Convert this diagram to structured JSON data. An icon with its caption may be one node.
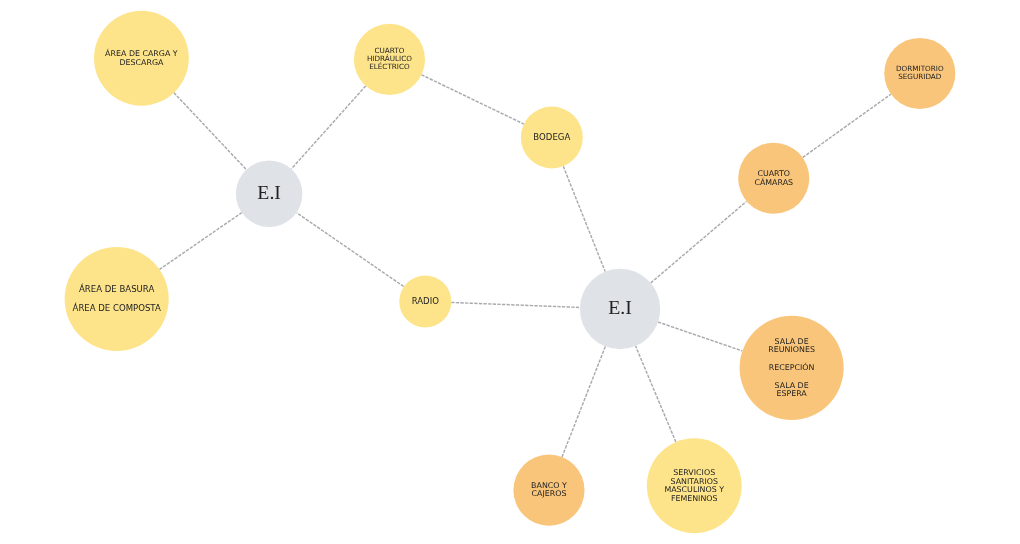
{
  "diagram": {
    "nodes": [
      {
        "text": [
          "ÁREA DE BASURA",
          "ÁREA DE COMPOSTA"
        ]
      },
      {
        "text": [
          "BODEGA"
        ]
      },
      {
        "text": [
          "SERVICIOS SANITARIOS MASCULINOS Y FEMENINOS"
        ]
      },
      {
        "text": [
          "DORMITORIO SEGURIDAD"
        ]
      },
      {
        "text": [
          "CUARTO HIDRÁULICO ELÉCTRICO"
        ]
      },
      {
        "text": [
          "CUARTO CÁMARAS"
        ]
      },
      {
        "text": [
          "RADIO"
        ]
      },
      {
        "text": [
          "E.I"
        ]
      },
      {
        "text": [
          "BANCO Y CAJEROS"
        ]
      },
      {
        "text": [
          "SALA DE REUNIONES",
          "RECEPCIÓN",
          "SALA DE ESPERA"
        ]
      },
      {
        "text": [
          "E.I"
        ]
      },
      {
        "text": [
          "ÁREA DE CARGA Y DESCARGA"
        ]
      }
    ],
    "edges": [
      {
        "from": 0,
        "to": 10,
        "arrow": "none",
        "style": "dashed"
      },
      {
        "from": 4,
        "to": 1,
        "arrow": "none",
        "style": "dashed"
      },
      {
        "from": 4,
        "to": 10,
        "arrow": "none",
        "style": "dashed"
      },
      {
        "from": 6,
        "to": 10,
        "arrow": "none",
        "style": "dashed"
      },
      {
        "from": 11,
        "to": 10,
        "arrow": "none",
        "style": "dashed"
      },
      {
        "from": 1,
        "to": 7,
        "arrow": "none",
        "style": "dashed"
      },
      {
        "from": 2,
        "to": 7,
        "arrow": "none",
        "style": "dashed"
      },
      {
        "from": 6,
        "to": 7,
        "arrow": "none",
        "style": "dashed"
      },
      {
        "from": 7,
        "to": 5,
        "arrow": "none",
        "style": "dashed"
      },
      {
        "from": 5,
        "to": 3,
        "arrow": "none",
        "style": "dashed"
      },
      {
        "from": 7,
        "to": 8,
        "arrow": "none",
        "style": "dashed"
      },
      {
        "from": 7,
        "to": 9,
        "arrow": "none",
        "style": "dashed"
      }
    ]
  }
}
